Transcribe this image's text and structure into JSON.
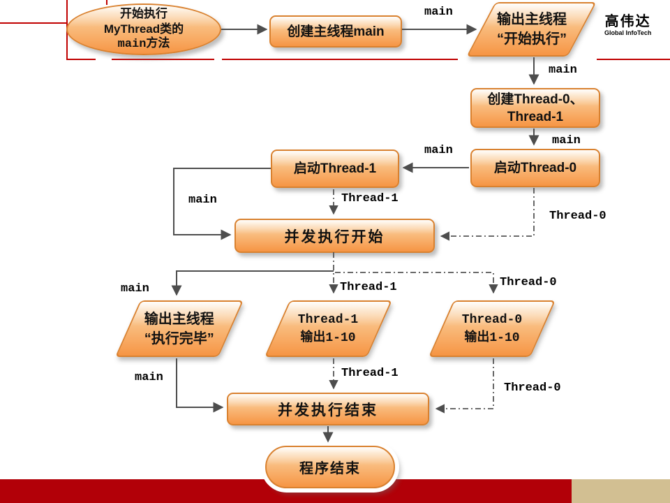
{
  "logo": {
    "title": "高伟达",
    "subtitle": "Global InfoTech"
  },
  "nodes": {
    "start": {
      "l1": "开始执行",
      "l2": "MyThread类的",
      "l3": "main方法"
    },
    "create_main": {
      "l1": "创建主线程main"
    },
    "output_start": {
      "l1": "输出主线程",
      "l2": "“开始执行”"
    },
    "create_threads": {
      "l1": "创建Thread-0、",
      "l2": "Thread-1"
    },
    "start_thread0": {
      "l1": "启动Thread-0"
    },
    "start_thread1": {
      "l1": "启动Thread-1"
    },
    "concurrent_start": {
      "l1": "并发执行开始"
    },
    "output_done": {
      "l1": "输出主线程",
      "l2": "“执行完毕”"
    },
    "thread1_output": {
      "l1": "Thread-1",
      "l2": "输出1-10"
    },
    "thread0_output": {
      "l1": "Thread-0",
      "l2": "输出1-10"
    },
    "concurrent_end": {
      "l1": "并发执行结束"
    },
    "program_end": {
      "l1": "程序结束"
    }
  },
  "edge_labels": {
    "main": "main",
    "thread_0": "Thread-0",
    "thread_1": "Thread-1"
  },
  "colors": {
    "frame_red": "#c00000",
    "footer_red": "#b20008",
    "footer_tan": "#d2bf92",
    "node_border": "#d9812f",
    "node_fill": "#f69a4b",
    "connector_gray": "#4d4d4d"
  }
}
